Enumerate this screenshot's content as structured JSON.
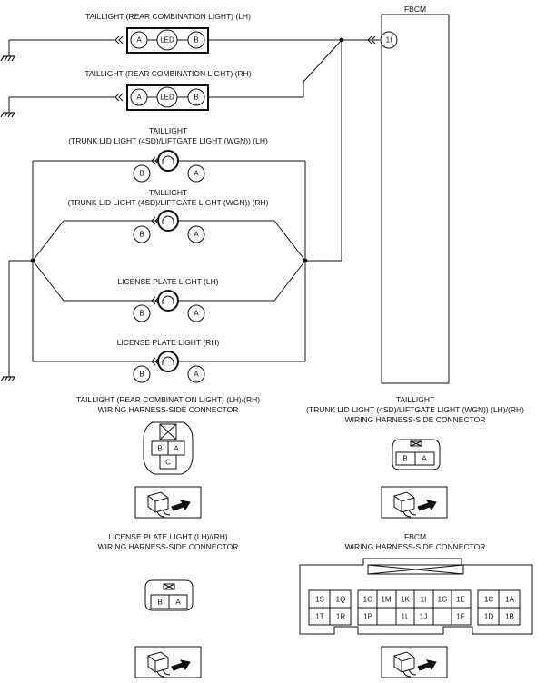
{
  "fbcm": {
    "title": "FBCM",
    "pin": "1I"
  },
  "taillight_lh": {
    "title": "TAILLIGHT (REAR COMBINATION LIGHT) (LH)",
    "pin_a": "A",
    "center": "LED",
    "pin_b": "B"
  },
  "taillight_rh": {
    "title": "TAILLIGHT (REAR COMBINATION LIGHT) (RH)",
    "pin_a": "A",
    "center": "LED",
    "pin_b": "B"
  },
  "trunk_lh": {
    "title_line1": "TAILLIGHT",
    "title_line2": "(TRUNK LID LIGHT (4SD)/LIFTGATE LIGHT (WGN)) (LH)",
    "pin_b": "B",
    "pin_a": "A"
  },
  "trunk_rh": {
    "title_line1": "TAILLIGHT",
    "title_line2": "(TRUNK LID LIGHT (4SD)/LIFTGATE LIGHT (WGN)) (RH)",
    "pin_b": "B",
    "pin_a": "A"
  },
  "license_lh": {
    "title": "LICENSE PLATE LIGHT (LH)",
    "pin_b": "B",
    "pin_a": "A"
  },
  "license_rh": {
    "title": "LICENSE PLATE LIGHT (RH)",
    "pin_b": "B",
    "pin_a": "A"
  },
  "conn_taillight_rear": {
    "line1": "TAILLIGHT (REAR COMBINATION LIGHT) (LH)/(RH)",
    "line2": "WIRING HARNESS-SIDE CONNECTOR",
    "pins": [
      "B",
      "A",
      "C"
    ]
  },
  "conn_taillight_trunk": {
    "line1": "TAILLIGHT",
    "line2": "(TRUNK LID LIGHT (4SD)/LIFTGATE LIGHT (WGN)) (LH)/(RH)",
    "line3": "WIRING HARNESS-SIDE CONNECTOR",
    "pins": [
      "B",
      "A"
    ]
  },
  "conn_license": {
    "line1": "LICENSE PLATE LIGHT (LH)/(RH)",
    "line2": "WIRING HARNESS-SIDE CONNECTOR",
    "pins": [
      "B",
      "A"
    ]
  },
  "conn_fbcm": {
    "line1": "FBCM",
    "line2": "WIRING HARNESS-SIDE CONNECTOR",
    "pins": [
      "1S",
      "1Q",
      "1T",
      "1R",
      "1O",
      "1M",
      "1K",
      "1I",
      "1G",
      "1E",
      "1P",
      "1L",
      "1J",
      "1F",
      "1C",
      "1A",
      "1D",
      "1B"
    ]
  }
}
